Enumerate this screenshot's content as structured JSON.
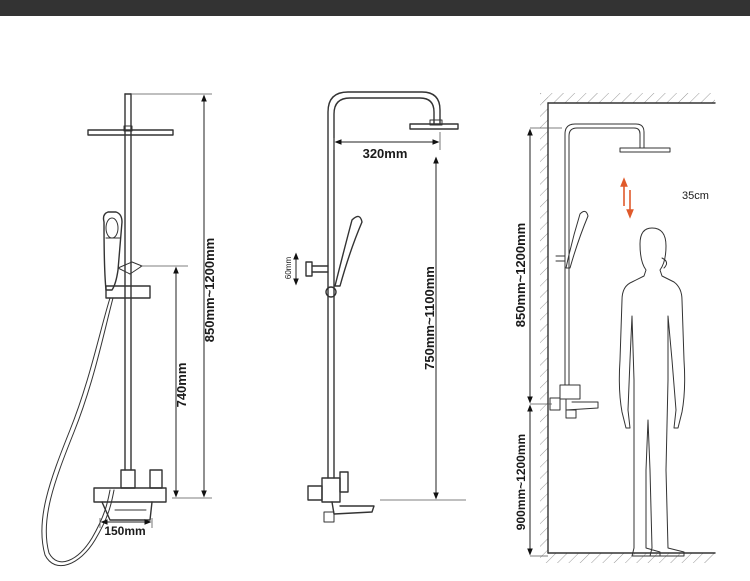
{
  "colors": {
    "top_bar": "#333333",
    "line": "#333333",
    "arrow_accent": "#e05a2b",
    "background": "#ffffff"
  },
  "left_view": {
    "total_height_label": "850mm~1200mm",
    "mixer_height_label": "740mm",
    "mixer_width_label": "150mm"
  },
  "middle_view": {
    "arm_length_label": "320mm",
    "rod_height_label": "750mm~1100mm",
    "holder_offset_label": "60mm"
  },
  "right_view": {
    "clearance_label": "35cm",
    "upper_height_label": "850mm~1200mm",
    "lower_height_label": "900mm~1200mm"
  }
}
